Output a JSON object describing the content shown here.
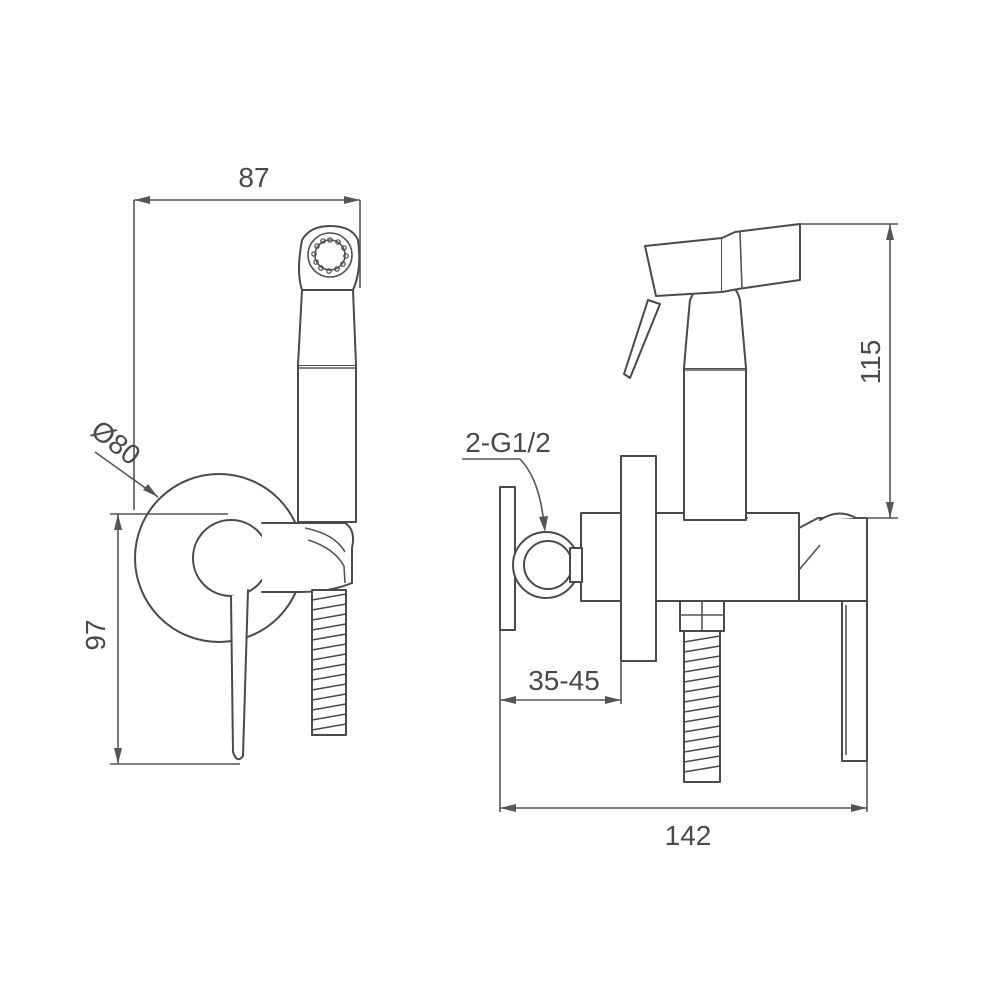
{
  "dimensions": {
    "overall_width_front": "87",
    "plate_diameter": "Ø80",
    "height_front": "97",
    "connection_thread": "2-G1/2",
    "installation_depth": "35-45",
    "overall_height_side": "115",
    "overall_length_side": "142"
  }
}
